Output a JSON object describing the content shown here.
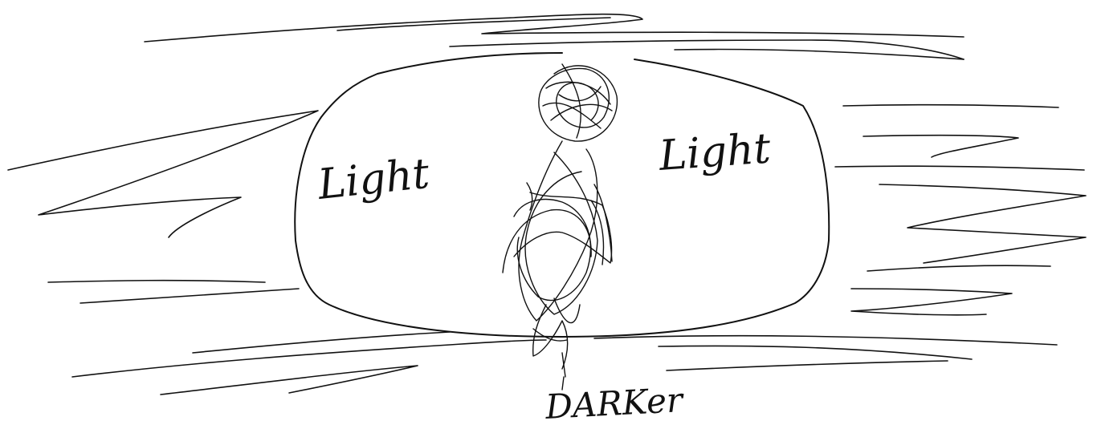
{
  "labels": {
    "light_left": "Light",
    "light_right": "Light",
    "darker": "DARKer"
  },
  "colors": {
    "ink": "#111111",
    "paper": "#ffffff"
  }
}
